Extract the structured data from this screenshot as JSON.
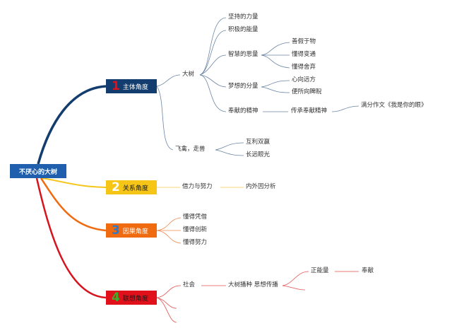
{
  "root": {
    "label": "不厌心的大树"
  },
  "colors": {
    "root": "#1f5fae",
    "b1": "#123d6e",
    "b2": "#f5c518",
    "b3": "#f06a10",
    "b4": "#e0111b"
  },
  "branches": [
    {
      "num": "1",
      "label": "主体角度"
    },
    {
      "num": "2",
      "label": "关系角度"
    },
    {
      "num": "3",
      "label": "因果角度"
    },
    {
      "num": "4",
      "label": "联想角度"
    }
  ],
  "b1": {
    "dashu": "大树",
    "jianchi": "坚持的力量",
    "jiji": "积极的能量",
    "zhihui": "智慧的思量",
    "shanjia": "善假于物",
    "biantong": "懂得变通",
    "shequ": "懂得舍弃",
    "mengxiang": "梦想的分量",
    "xinxiang": "心向远方",
    "biansuo": "便所向睥睨",
    "fengxian": "奉献的精神",
    "chuancheng": "传承奉献精神",
    "manfen": "满分作文《我是你的眼》",
    "feiqin": "飞禽，走兽",
    "huli": "互利双赢",
    "changyuan": "长远眼光"
  },
  "b2": {
    "jieli": "借力与努力",
    "neiwai": "内外因分析"
  },
  "b3": {
    "items": [
      "懂得凭借",
      "懂得创新",
      "懂得努力"
    ]
  },
  "b4": {
    "shehui": "社会",
    "bozhong": "大树播种 思想传播",
    "zhengneng": "正能量",
    "fengxian": "奉献"
  }
}
